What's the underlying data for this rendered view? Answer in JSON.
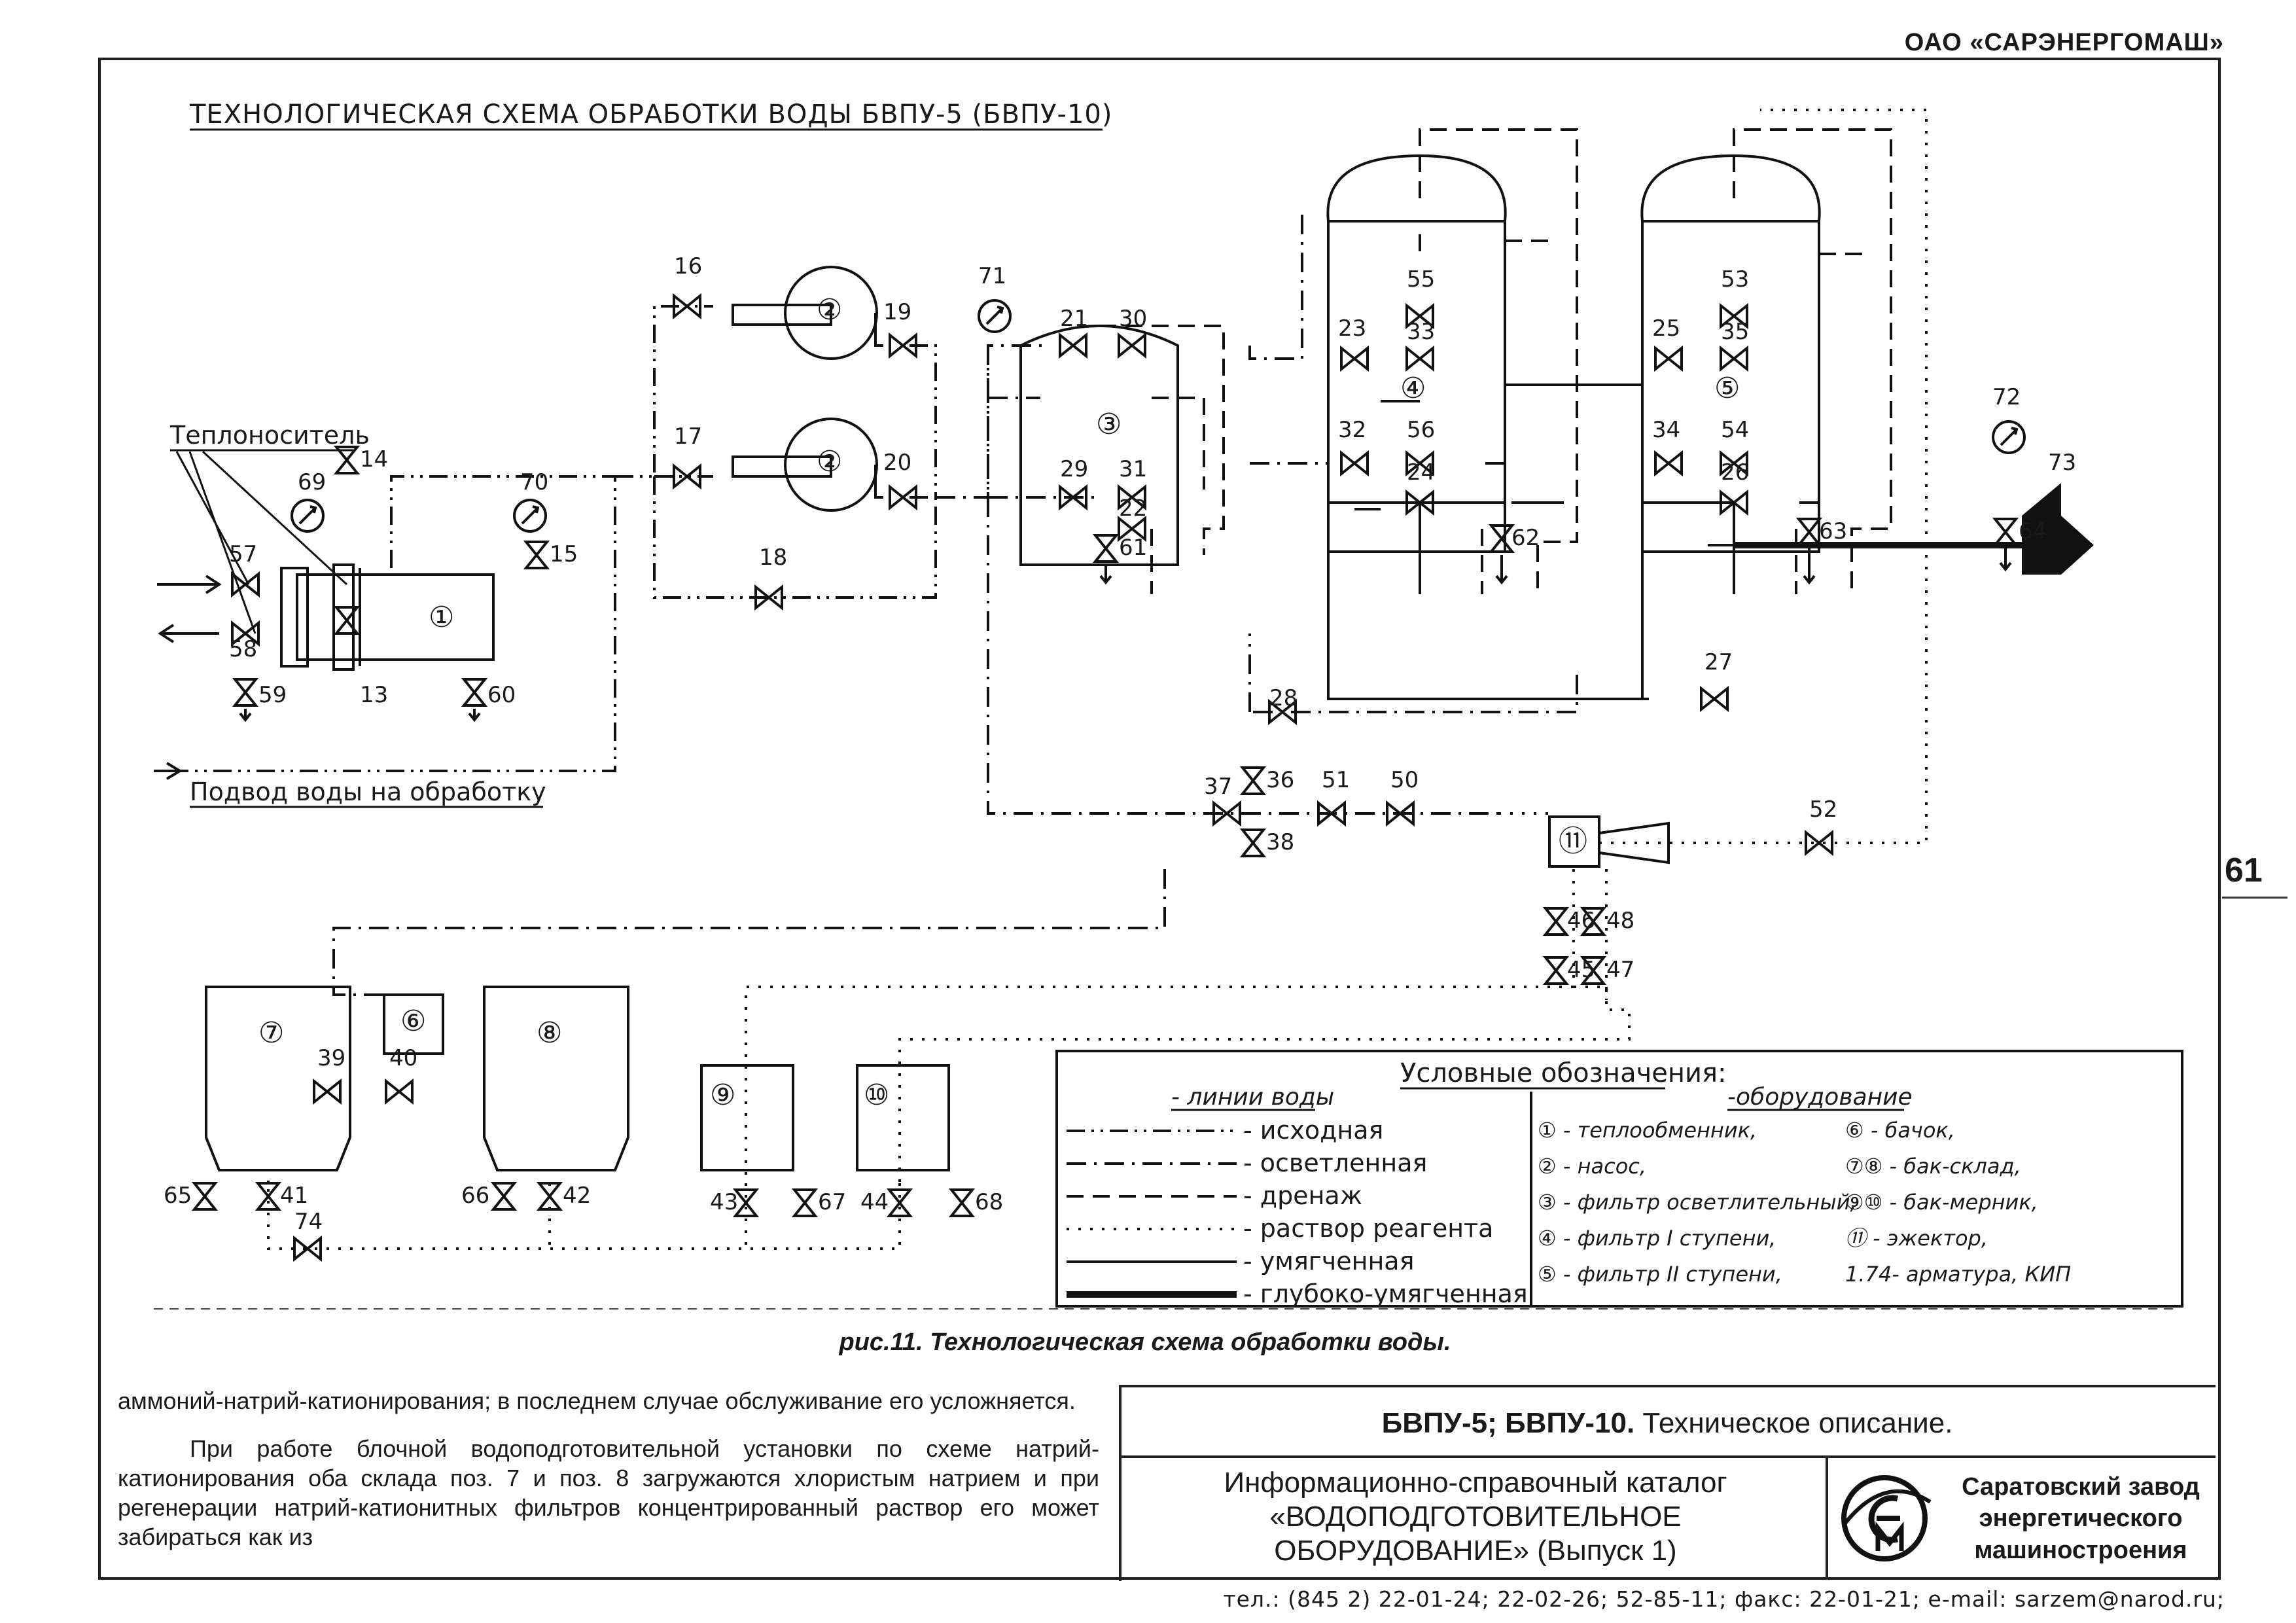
{
  "header": {
    "company": "ОАО «САРЭНЕРГОМАШ»",
    "page_number": "61"
  },
  "diagram": {
    "title": "ТЕХНОЛОГИЧЕСКАЯ СХЕМА ОБРАБОТКИ ВОДЫ БВПУ-5 (БВПУ-10)",
    "heat_carrier": "Теплоноситель",
    "water_inlet": "Подвод воды на обработку",
    "equipment_markers": [
      "①",
      "②",
      "②",
      "③",
      "④",
      "⑤",
      "⑥",
      "⑦",
      "⑧",
      "⑨",
      "⑩",
      "⑪"
    ],
    "legend": {
      "title": "Условные обозначения:",
      "lines_header": "- линии воды",
      "equipment_header": "-оборудование",
      "lines": [
        {
          "label": "- исходная",
          "style": "dash-dot-dot"
        },
        {
          "label": "- осветленная",
          "style": "dash-dot"
        },
        {
          "label": "- дренаж",
          "style": "dash"
        },
        {
          "label": "- раствор реагента",
          "style": "dot"
        },
        {
          "label": "- умягченная",
          "style": "solid"
        },
        {
          "label": "- глубоко-умягченная",
          "style": "thick"
        }
      ],
      "equipment_left": [
        "① - теплообменник,",
        "② - насос,",
        "③ - фильтр осветлительный,",
        "④ - фильтр I ступени,",
        "⑤ - фильтр II ступени,"
      ],
      "equipment_right": [
        "⑥ - бачок,",
        "⑦⑧ - бак-склад,",
        "⑨⑩ - бак-мерник,",
        "⑪ - эжектор,",
        "1.74- арматура, КИП"
      ]
    }
  },
  "caption": "рис.11. Технологическая схема обработки воды.",
  "body": {
    "p1": "аммоний-натрий-катионирования; в последнем случае обслуживание его усложняется.",
    "p2": "При работе блочной водоподготовительной установки по схеме натрий-катионирования оба склада поз. 7 и поз. 8 загружаются хлористым натрием и при регенерации натрий-катионитных фильтров концентрированный раствор его может забираться как из"
  },
  "titleblock": {
    "title_bold": "БВПУ-5; БВПУ-10.",
    "title_rest": " Техническое описание.",
    "catalog_line1": "Информационно-справочный каталог",
    "catalog_line2": "«ВОДОПОДГОТОВИТЕЛЬНОЕ",
    "catalog_line3": "ОБОРУДОВАНИЕ» (Выпуск 1)",
    "factory_line1": "Саратовский завод",
    "factory_line2": "энергетического",
    "factory_line3": "машиностроения"
  },
  "footer": {
    "contacts": "тел.: (845 2) 22-01-24; 22-02-26; 52-85-11; факс: 22-01-21; e-mail: sarzem@narod.ru;"
  }
}
